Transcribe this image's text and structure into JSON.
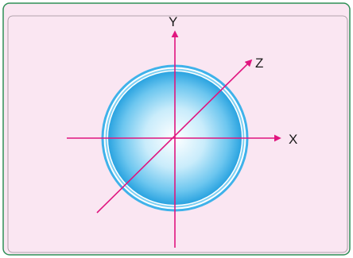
{
  "diagram": {
    "axes": [
      {
        "name": "y",
        "label": "Y"
      },
      {
        "name": "z",
        "label": "Z"
      },
      {
        "name": "x",
        "label": "X"
      }
    ],
    "colors": {
      "panel_background": "#fae6f2",
      "panel_border": "#2f8f57",
      "axis": "#e0157f",
      "sphere_light": "#ffffff",
      "sphere_mid": "#8fd6f5",
      "sphere_dark": "#2aa3e0",
      "sphere_rim": "#3fb2ea"
    }
  }
}
